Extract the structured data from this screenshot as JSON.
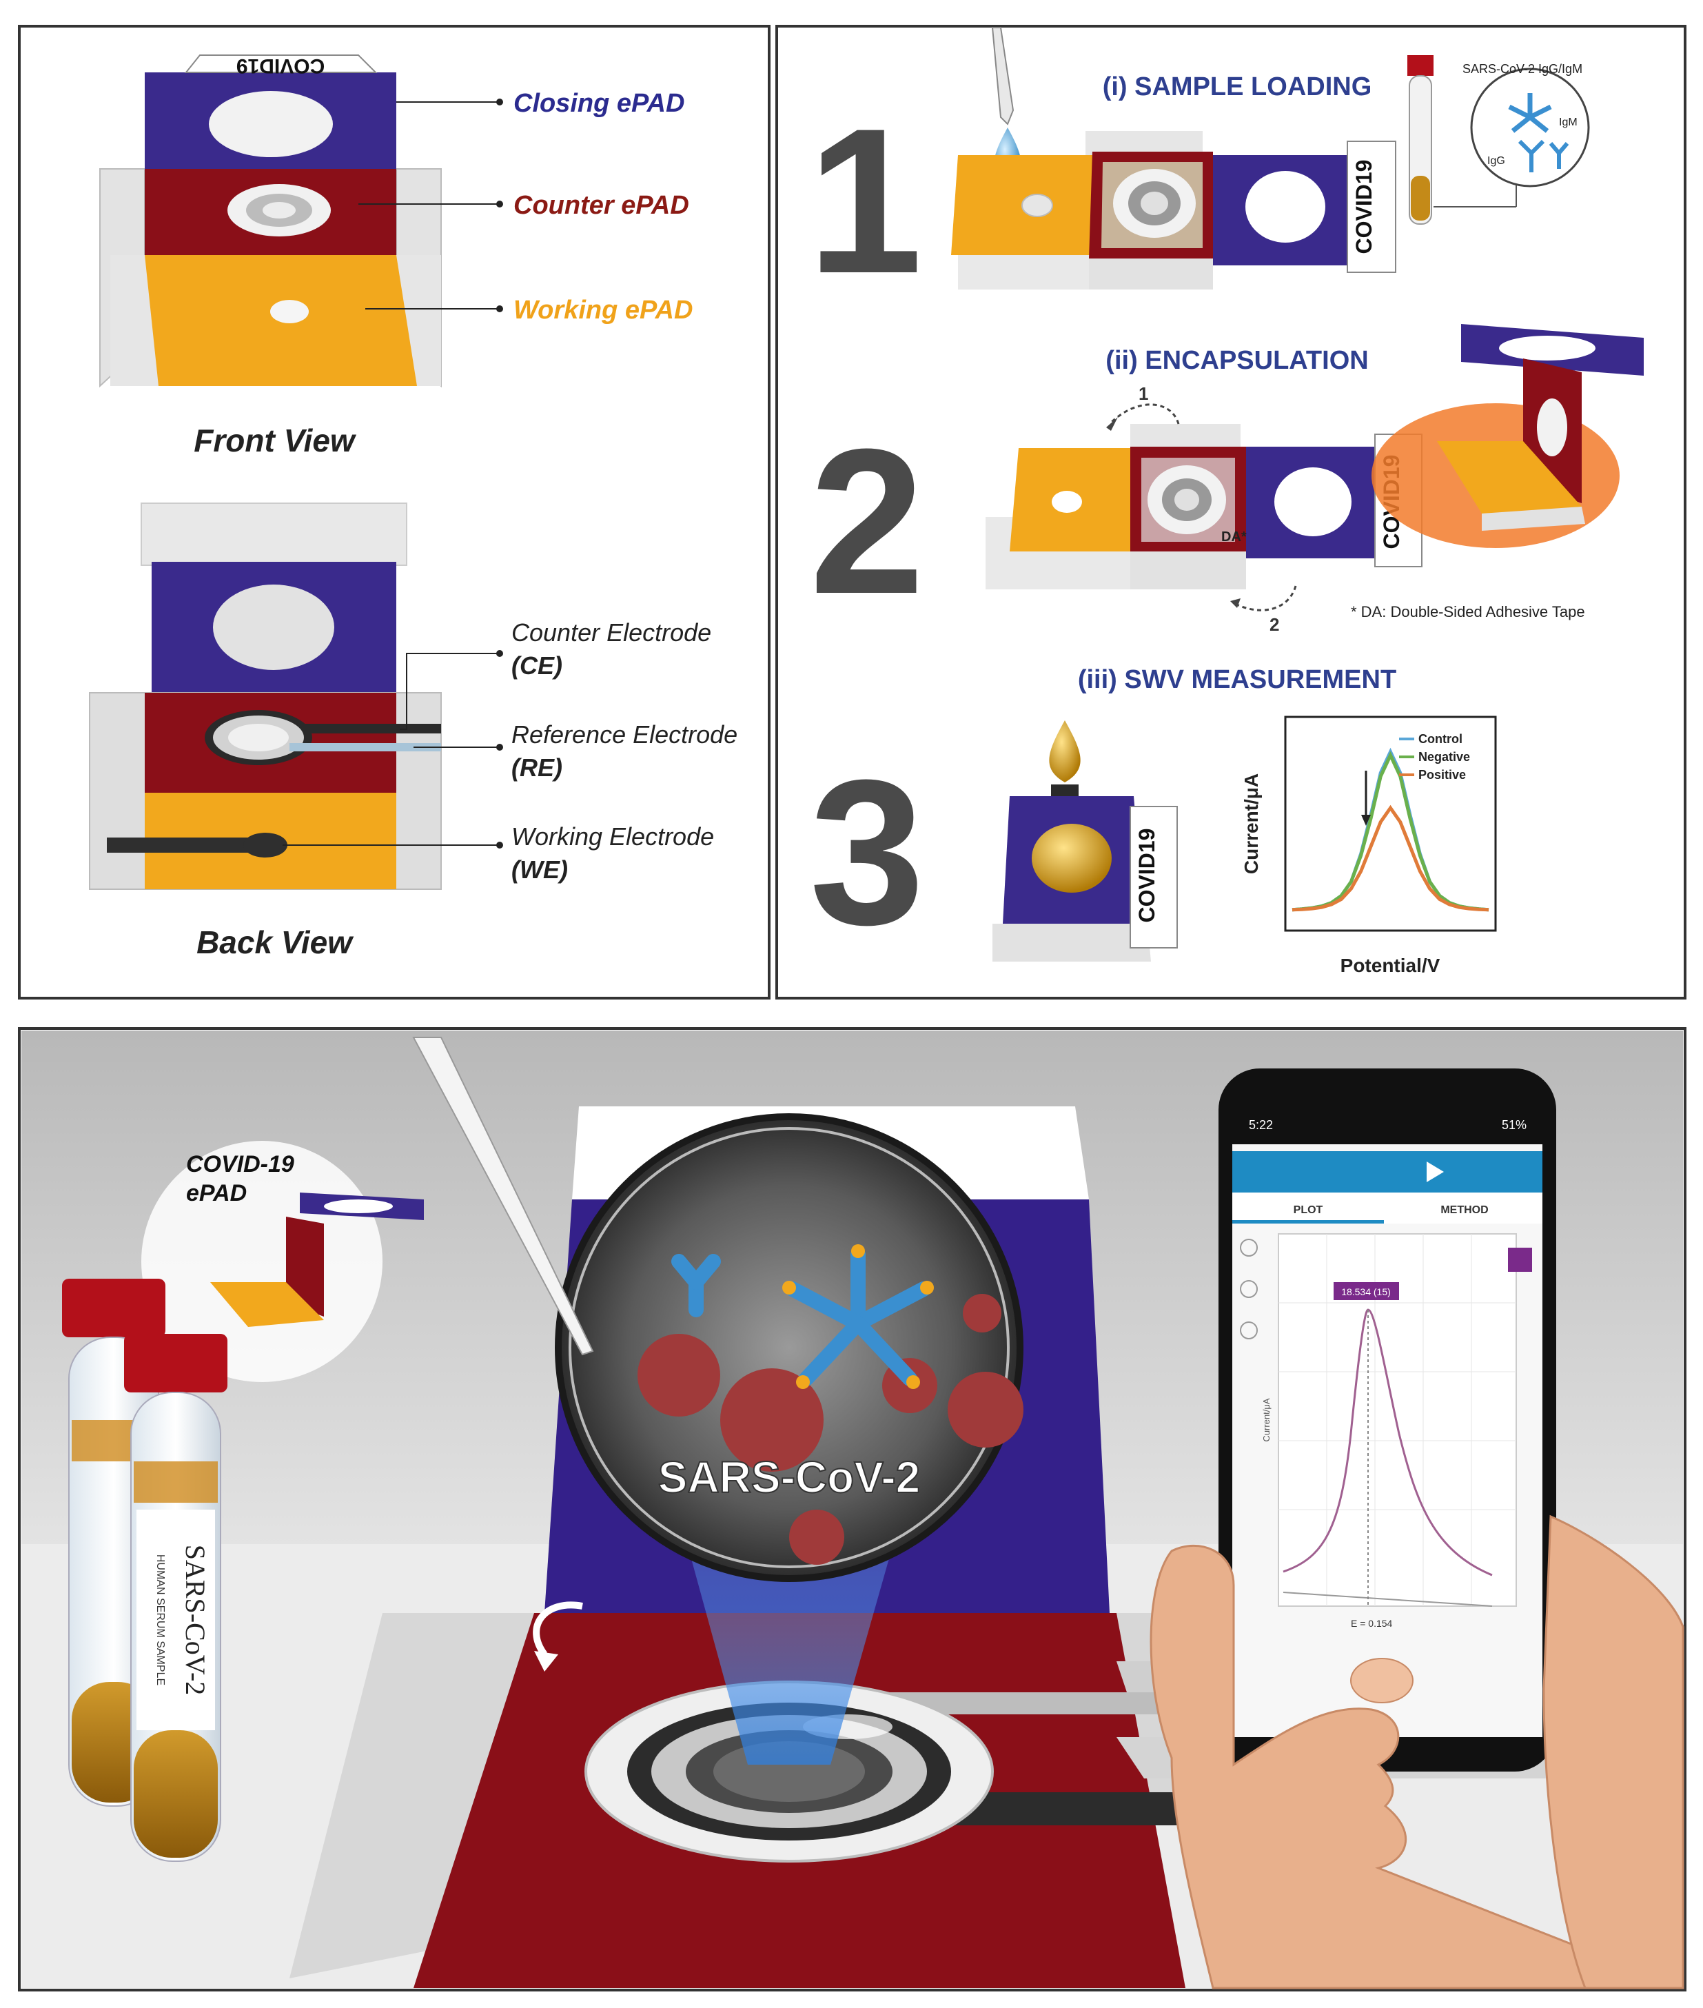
{
  "colors": {
    "blue": "#3a2a8c",
    "red": "#8a0f18",
    "orange": "#f2a81d",
    "gray_paper": "#d9d9d9",
    "label_blue": "#2b2b8f",
    "label_red": "#8b1a14",
    "label_orange": "#f0a21a",
    "number_gray": "#4a4a4a",
    "step_title": "#2e3f8f",
    "control_line": "#5aa7d8",
    "negative_line": "#6ab04c",
    "positive_line": "#e07b39",
    "phone_accent": "#1e8bc3",
    "plot_line": "#a06090",
    "cursor_badge": "#7a2a8a"
  },
  "front_view": {
    "title": "Front View",
    "pad_text": "COVID19",
    "closing_label": "Closing ePAD",
    "counter_label": "Counter ePAD",
    "working_label": "Working ePAD"
  },
  "back_view": {
    "title": "Back View",
    "ce_label": "Counter Electrode",
    "ce_abbr": "(CE)",
    "re_label": "Reference Electrode",
    "re_abbr": "(RE)",
    "we_label": "Working Electrode",
    "we_abbr": "(WE)"
  },
  "steps": {
    "s1": {
      "number": "1",
      "title": "(i) SAMPLE  LOADING",
      "pad_text": "COVID19",
      "inset_title": "SARS-CoV-2 IgG/IgM",
      "igm_label": "IgM",
      "igg_label": "IgG"
    },
    "s2": {
      "number": "2",
      "title": "(ii) ENCAPSULATION",
      "pad_text": "COVID19",
      "da_label": "DA*",
      "arrow1": "1",
      "arrow2": "2",
      "footnote": "* DA: Double-Sided Adhesive Tape"
    },
    "s3": {
      "number": "3",
      "title": "(iii) SWV MEASUREMENT",
      "pad_text": "COVID19",
      "ylabel": "Current/μA",
      "xlabel": "Potential/V",
      "legend": [
        "Control",
        "Negative",
        "Positive"
      ]
    }
  },
  "bottom": {
    "epad_inset_line1": "COVID-19",
    "epad_inset_line2": "ePAD",
    "virus_label": "SARS-CoV-2",
    "tube_label": "SARS-CoV-2",
    "tube_sublabel": "HUMAN SERUM SAMPLE",
    "phone": {
      "status_time": "5:22",
      "status_right": "51%",
      "tab_plot": "PLOT",
      "tab_method": "METHOD",
      "cursor_readout": "18.534 (15)",
      "y_axis_label": "Current/μA",
      "x_readout": "E = 0.154"
    }
  },
  "chart_data": {
    "type": "line",
    "title": "",
    "xlabel": "Potential/V",
    "ylabel": "Current/μA",
    "x": [
      0,
      1,
      2,
      3,
      4,
      5,
      6,
      7,
      8,
      9,
      10,
      11,
      12,
      13,
      14,
      15,
      16,
      17,
      18,
      19,
      20
    ],
    "series": [
      {
        "name": "Control",
        "values": [
          0.3,
          0.32,
          0.35,
          0.4,
          0.5,
          0.7,
          1.1,
          1.9,
          3.0,
          4.2,
          4.8,
          4.2,
          3.0,
          1.9,
          1.1,
          0.7,
          0.5,
          0.4,
          0.35,
          0.32,
          0.3
        ]
      },
      {
        "name": "Negative",
        "values": [
          0.3,
          0.32,
          0.35,
          0.4,
          0.5,
          0.7,
          1.1,
          1.85,
          2.9,
          4.1,
          4.7,
          4.1,
          2.9,
          1.85,
          1.1,
          0.7,
          0.5,
          0.4,
          0.35,
          0.32,
          0.3
        ]
      },
      {
        "name": "Positive",
        "values": [
          0.3,
          0.31,
          0.33,
          0.37,
          0.45,
          0.6,
          0.9,
          1.4,
          2.1,
          2.8,
          3.2,
          2.8,
          2.1,
          1.4,
          0.9,
          0.6,
          0.45,
          0.37,
          0.33,
          0.31,
          0.3
        ]
      }
    ],
    "ylim": [
      0,
      5.5
    ],
    "grid": false,
    "legend": "top-right"
  }
}
